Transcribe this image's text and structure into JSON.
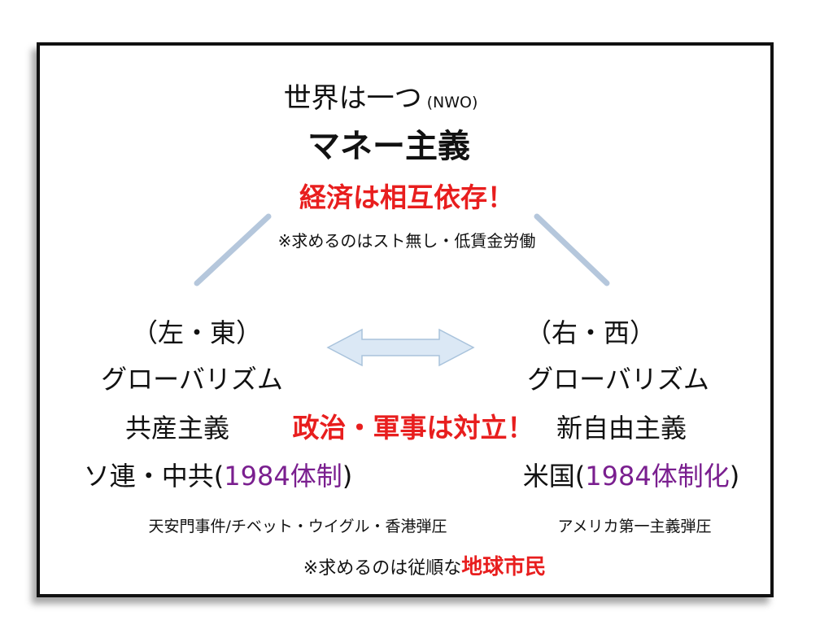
{
  "top": {
    "line1_main": "世界は一つ",
    "line1_sub": "(NWO)",
    "line2": "マネー主義",
    "line3": "経済は相互依存！",
    "note": "※求めるのはスト無し・低賃金労働"
  },
  "left": {
    "heading": "（左・東）",
    "line2": "グローバリズム",
    "line3": "共産主義",
    "line4_main": "ソ連・中共(",
    "line4_highlight": "1984体制",
    "line4_end": ")",
    "note": "天安門事件/チベット・ウイグル・香港弾圧"
  },
  "middle": {
    "text": "政治・軍事は対立！"
  },
  "right": {
    "heading": "（右・西）",
    "line2": "グローバリズム",
    "line3": "新自由主義",
    "line4_main": "米国(",
    "line4_highlight": "1984体制化",
    "line4_end": ")",
    "note": "アメリカ第一主義弾圧"
  },
  "bottom": {
    "prefix": "※求めるのは従順な",
    "highlight": "地球市民"
  },
  "colors": {
    "red": "#e81e1e",
    "purple": "#7a1f8f",
    "connector": "#b5c7dc",
    "arrow_fill": "#dbe8f5",
    "arrow_stroke": "#a9c3dc"
  },
  "icons": {
    "double_arrow": "left-right-arrow-icon"
  }
}
